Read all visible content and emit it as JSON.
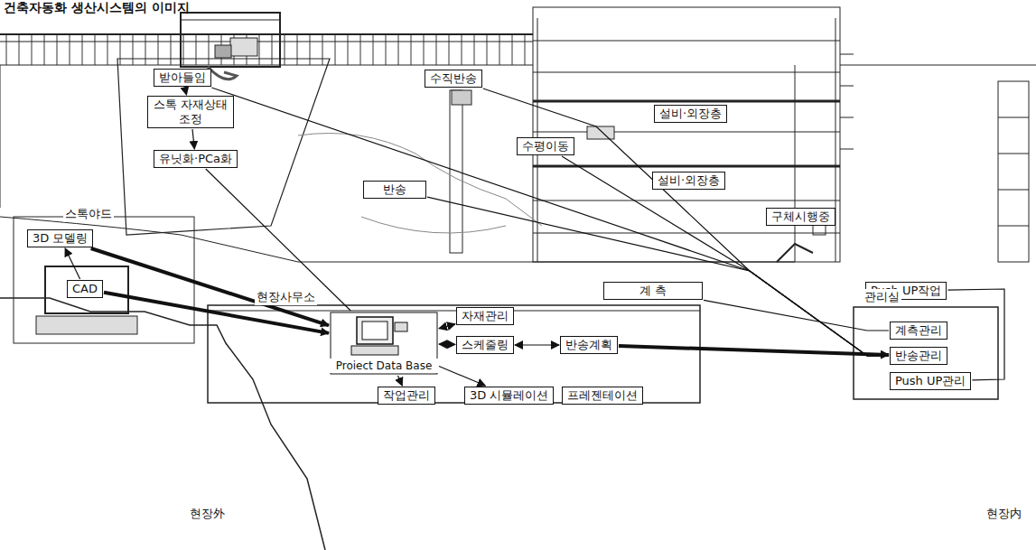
{
  "diagram": {
    "title": "건축자동화 생산시스템의 이미지",
    "nodes": [
      {
        "text": [
          "받아들임"
        ]
      },
      {
        "text": [
          "스톡 자재상태조정"
        ]
      },
      {
        "text": [
          "유닛화·PCa화"
        ]
      },
      {
        "text": [
          "반송"
        ]
      },
      {
        "text": [
          "수직반송"
        ]
      },
      {
        "text": [
          "설비·외장층"
        ]
      },
      {
        "text": [
          "수평이동"
        ]
      },
      {
        "text": [
          "설비·외장층"
        ]
      },
      {
        "text": [
          "구체시행중"
        ]
      },
      {
        "text": [
          "계 측"
        ]
      },
      {
        "text": [
          "Push UP작업"
        ]
      },
      {
        "text": [
          "3D 모델링"
        ]
      },
      {
        "text": [
          "CAD"
        ]
      },
      {
        "text": [
          "Proiect Data Base"
        ]
      },
      {
        "text": [
          "자재관리"
        ]
      },
      {
        "text": [
          "스케줄링"
        ]
      },
      {
        "text": [
          "반송계획"
        ]
      },
      {
        "text": [
          "작업관리"
        ]
      },
      {
        "text": [
          "3D 시뮬레이션"
        ]
      },
      {
        "text": [
          "프레젠테이션"
        ]
      },
      {
        "text": [
          "계측관리"
        ]
      },
      {
        "text": [
          "반송관리"
        ]
      },
      {
        "text": [
          "Push UP관리"
        ]
      }
    ],
    "edges": [
      {
        "from": 0,
        "to": 1,
        "arrow": "to"
      },
      {
        "from": 1,
        "to": 2,
        "arrow": "to"
      },
      {
        "from": 12,
        "to": 11,
        "arrow": "to"
      },
      {
        "from": 11,
        "to": 13,
        "arrow": "to"
      },
      {
        "from": 12,
        "to": 13,
        "arrow": "to"
      },
      {
        "from": 13,
        "to": 14,
        "arrow": "both"
      },
      {
        "from": 13,
        "to": 15,
        "arrow": "both"
      },
      {
        "from": 15,
        "to": 16,
        "arrow": "both"
      },
      {
        "from": 16,
        "to": 21,
        "arrow": "to"
      },
      {
        "from": 13,
        "to": 17,
        "arrow": "to"
      },
      {
        "from": 13,
        "to": 18,
        "arrow": "to"
      },
      {
        "from": 2,
        "to": 13,
        "arrow": "none"
      },
      {
        "from": 0,
        "to": 21,
        "arrow": "none"
      },
      {
        "from": 3,
        "to": 21,
        "arrow": "none"
      },
      {
        "from": 4,
        "to": 21,
        "arrow": "none"
      },
      {
        "from": 6,
        "to": 21,
        "arrow": "none"
      },
      {
        "from": 9,
        "to": 20,
        "arrow": "none"
      },
      {
        "from": 10,
        "to": 22,
        "arrow": "none"
      }
    ],
    "labels": [
      "스톡야드",
      "현장사무소",
      "관리실",
      "현장外",
      "현장内"
    ]
  }
}
